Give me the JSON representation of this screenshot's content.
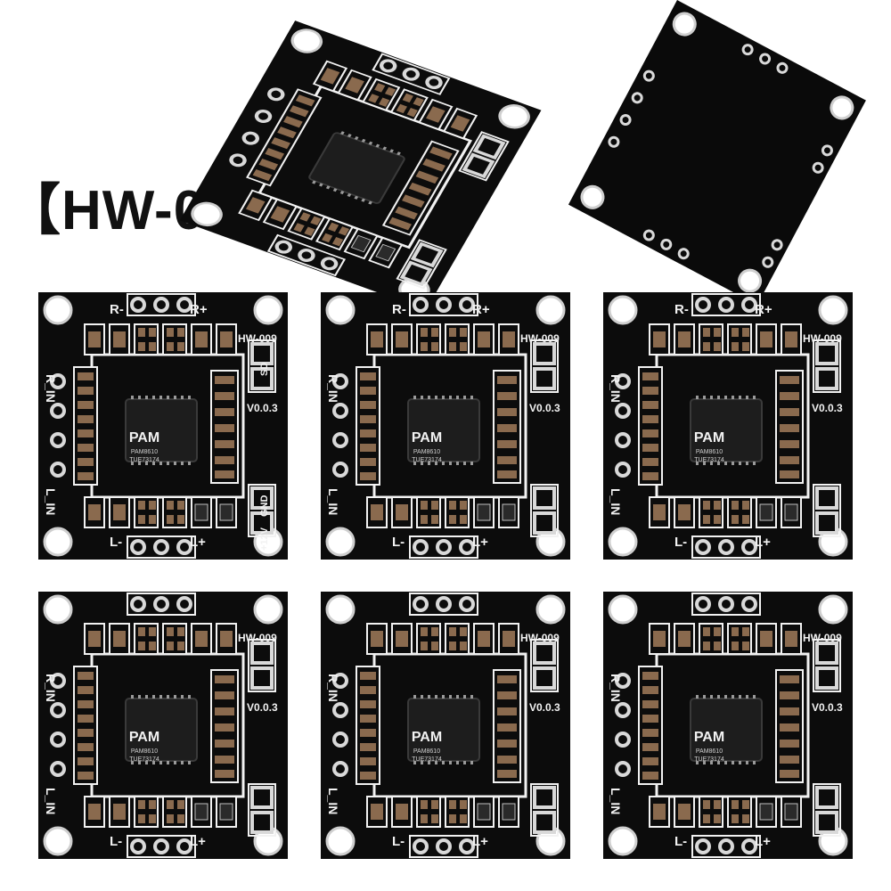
{
  "title": "【HW-009】",
  "board": {
    "model": "HW-009",
    "version": "V0.0.3",
    "chip_logo": "PAM",
    "chip_part": "PAM8610",
    "chip_code": "TUE73174",
    "labels": {
      "r_minus": "R-",
      "r_plus": "R+",
      "l_minus": "L-",
      "l_plus": "L+",
      "r_in": "R_IN",
      "l_in": "L_IN",
      "sd": "SD",
      "gnd": "GND",
      "v12": "+12V"
    }
  },
  "colors": {
    "pcb": "#0c0c0c",
    "silkscreen": "#f2f2f2",
    "pad": "#d9d9d9",
    "capacitor": "#8a6a4e",
    "resistor": "#1a1a1a",
    "background": "#ffffff"
  }
}
